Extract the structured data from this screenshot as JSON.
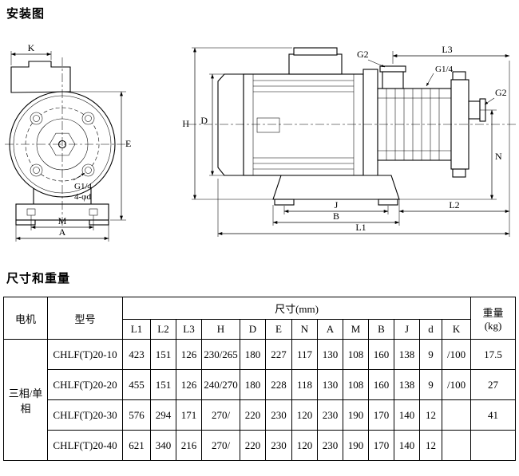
{
  "page": {
    "title_installation": "安装图",
    "title_dimensions": "尺寸和重量"
  },
  "front_view": {
    "k": "K",
    "e": "E",
    "m": "M",
    "a": "A",
    "g14": "G1/4",
    "bolts": "4-φd"
  },
  "side_view": {
    "h": "H",
    "d": "D",
    "g2_top": "G2",
    "l3": "L3",
    "g14": "G1/4",
    "g2_right": "G2",
    "n": "N",
    "j": "J",
    "b": "B",
    "l2": "L2",
    "l1": "L1"
  },
  "table": {
    "headers": {
      "motor": "电机",
      "model": "型号",
      "dims": "尺寸(mm)",
      "weight": "重量\n(kg)"
    },
    "dim_cols": [
      "L1",
      "L2",
      "L3",
      "H",
      "D",
      "E",
      "N",
      "A",
      "M",
      "B",
      "J",
      "d",
      "K"
    ],
    "motor_group": "三相/单相",
    "rows": [
      {
        "model": "CHLF(T)20-10",
        "values": [
          "423",
          "151",
          "126",
          "230/265",
          "180",
          "227",
          "117",
          "130",
          "108",
          "160",
          "138",
          "9",
          "/100"
        ],
        "weight": "17.5"
      },
      {
        "model": "CHLF(T)20-20",
        "values": [
          "455",
          "151",
          "126",
          "240/270",
          "180",
          "228",
          "118",
          "130",
          "108",
          "160",
          "138",
          "9",
          "/100"
        ],
        "weight": "27"
      },
      {
        "model": "CHLF(T)20-30",
        "values": [
          "576",
          "294",
          "171",
          "270/",
          "220",
          "230",
          "120",
          "230",
          "190",
          "170",
          "140",
          "12",
          ""
        ],
        "weight": "41"
      },
      {
        "model": "CHLF(T)20-40",
        "values": [
          "621",
          "340",
          "216",
          "270/",
          "220",
          "230",
          "120",
          "230",
          "190",
          "170",
          "140",
          "12",
          ""
        ],
        "weight": ""
      }
    ]
  }
}
